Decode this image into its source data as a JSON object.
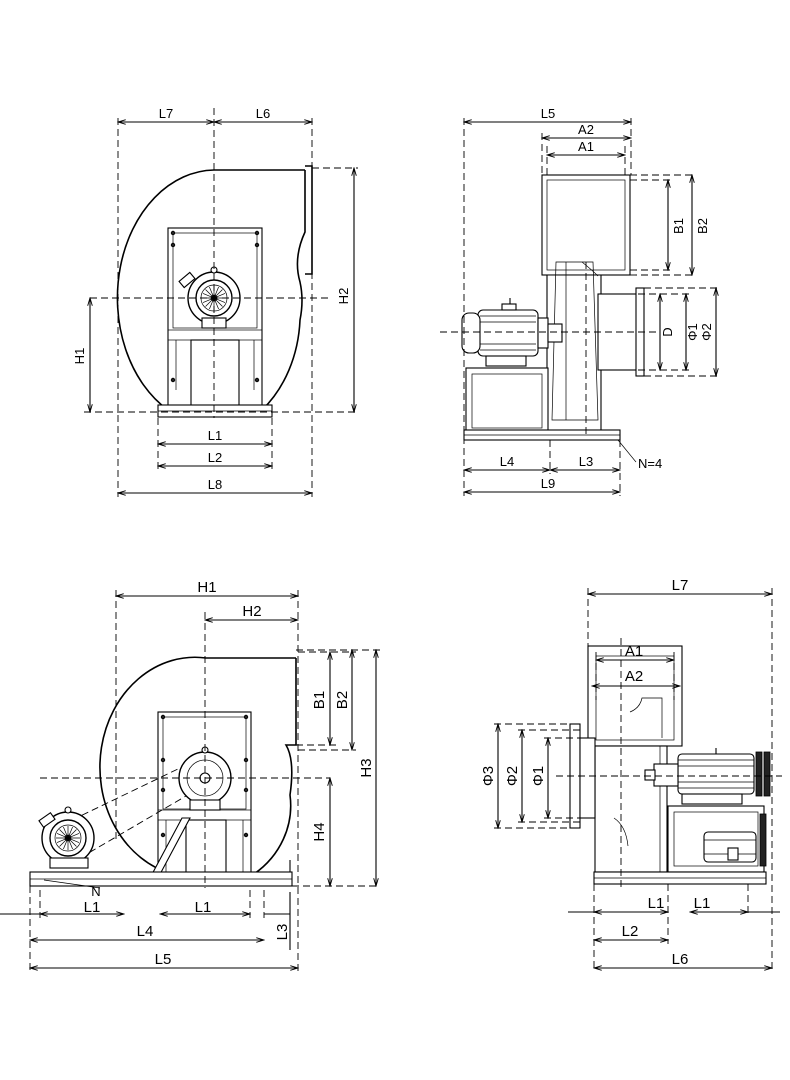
{
  "view1": {
    "labels": {
      "L7": "L7",
      "L6": "L6",
      "H1": "H1",
      "H2": "H2",
      "L1": "L1",
      "L2": "L2",
      "L8": "L8"
    }
  },
  "view2": {
    "labels": {
      "L5": "L5",
      "A2": "A2",
      "A1": "A1",
      "B1": "B1",
      "B2": "B2",
      "D": "D",
      "phi1": "Φ1",
      "phi2": "Φ2",
      "L4": "L4",
      "L3": "L3",
      "L9": "L9",
      "N": "N=4"
    }
  },
  "view3": {
    "labels": {
      "H1": "H1",
      "H2": "H2",
      "B1": "B1",
      "B2": "B2",
      "H3": "H3",
      "H4": "H4",
      "N": "N",
      "L1a": "L1",
      "L1b": "L1",
      "L3": "L3",
      "L4": "L4",
      "L5": "L5"
    }
  },
  "view4": {
    "labels": {
      "L7": "L7",
      "A1": "A1",
      "A2": "A2",
      "phi3": "Φ3",
      "phi2": "Φ2",
      "phi1": "Φ1",
      "L1a": "L1",
      "L1b": "L1",
      "L2": "L2",
      "L6": "L6"
    }
  },
  "colors": {
    "line": "#000000",
    "background": "#ffffff"
  }
}
